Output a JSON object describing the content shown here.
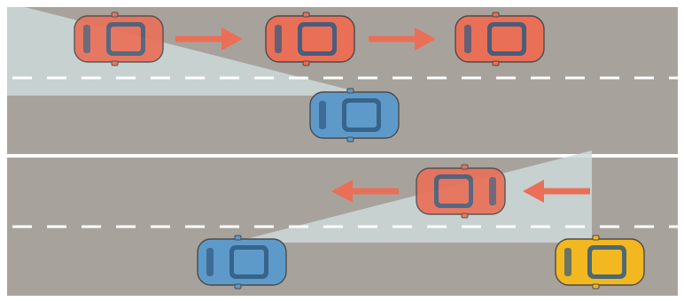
{
  "scene": {
    "background": "#ffffff",
    "road_color": "#a7a39c",
    "lane_marking_color": "#ffffff",
    "blind_zone_color": "#cdd9d9",
    "arrow_color": "#ea6f57",
    "car_colors": {
      "red": "#ea6f57",
      "blue": "#5e9ac9",
      "yellow": "#f3b81f"
    },
    "top_road": {
      "traffic_direction": "right",
      "cars": [
        {
          "color": "red",
          "role": "moving-car",
          "faded": true
        },
        {
          "color": "red",
          "role": "moving-car",
          "faded": false
        },
        {
          "color": "red",
          "role": "moving-car",
          "faded": false
        },
        {
          "color": "blue",
          "role": "observer-car",
          "faded": false
        }
      ]
    },
    "bottom_road": {
      "traffic_direction": "left",
      "cars": [
        {
          "color": "red",
          "role": "moving-car",
          "faded": true
        },
        {
          "color": "blue",
          "role": "observer-car",
          "faded": false
        },
        {
          "color": "yellow",
          "role": "parked-car",
          "faded": false
        }
      ]
    }
  }
}
